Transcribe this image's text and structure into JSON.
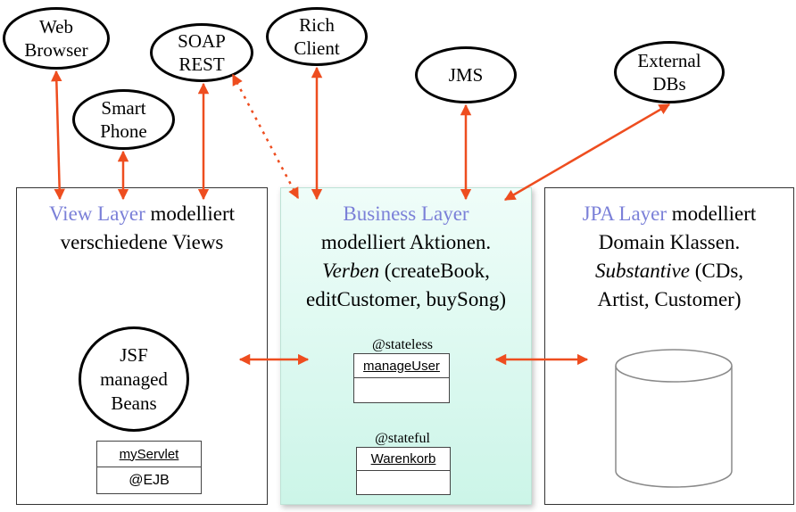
{
  "clients": {
    "web_browser": "Web\nBrowser",
    "smart_phone": "Smart\nPhone",
    "soap_rest": "SOAP\nREST",
    "rich_client": "Rich\nClient",
    "jms": "JMS",
    "external_dbs": "External\nDBs"
  },
  "view_layer": {
    "title": "View Layer",
    "line1_rest": " modelliert",
    "line2": "verschiedene Views",
    "jsf_beans": "JSF\nmanaged\nBeans",
    "servlet_name": "myServlet",
    "servlet_annotation": "@EJB"
  },
  "business_layer": {
    "title": "Business Layer",
    "line2": "modelliert Aktionen.",
    "line3_italic": "Verben",
    "line3_rest": " (createBook,",
    "line4": "editCustomer, buySong)",
    "stateless_label": "@stateless",
    "stateless_bean": "manageUser",
    "stateful_label": "@stateful",
    "stateful_bean": "Warenkorb"
  },
  "jpa_layer": {
    "title": "JPA Layer",
    "line1_rest": " modelliert",
    "line2": "Domain Klassen.",
    "line3_italic": "Substantive",
    "line3_rest": " (CDs,",
    "line4": "Artist, Customer)"
  },
  "colors": {
    "arrow": "#ee4d1f",
    "highlight": "#7b80d8",
    "business_fill": "#d6f7ec"
  }
}
